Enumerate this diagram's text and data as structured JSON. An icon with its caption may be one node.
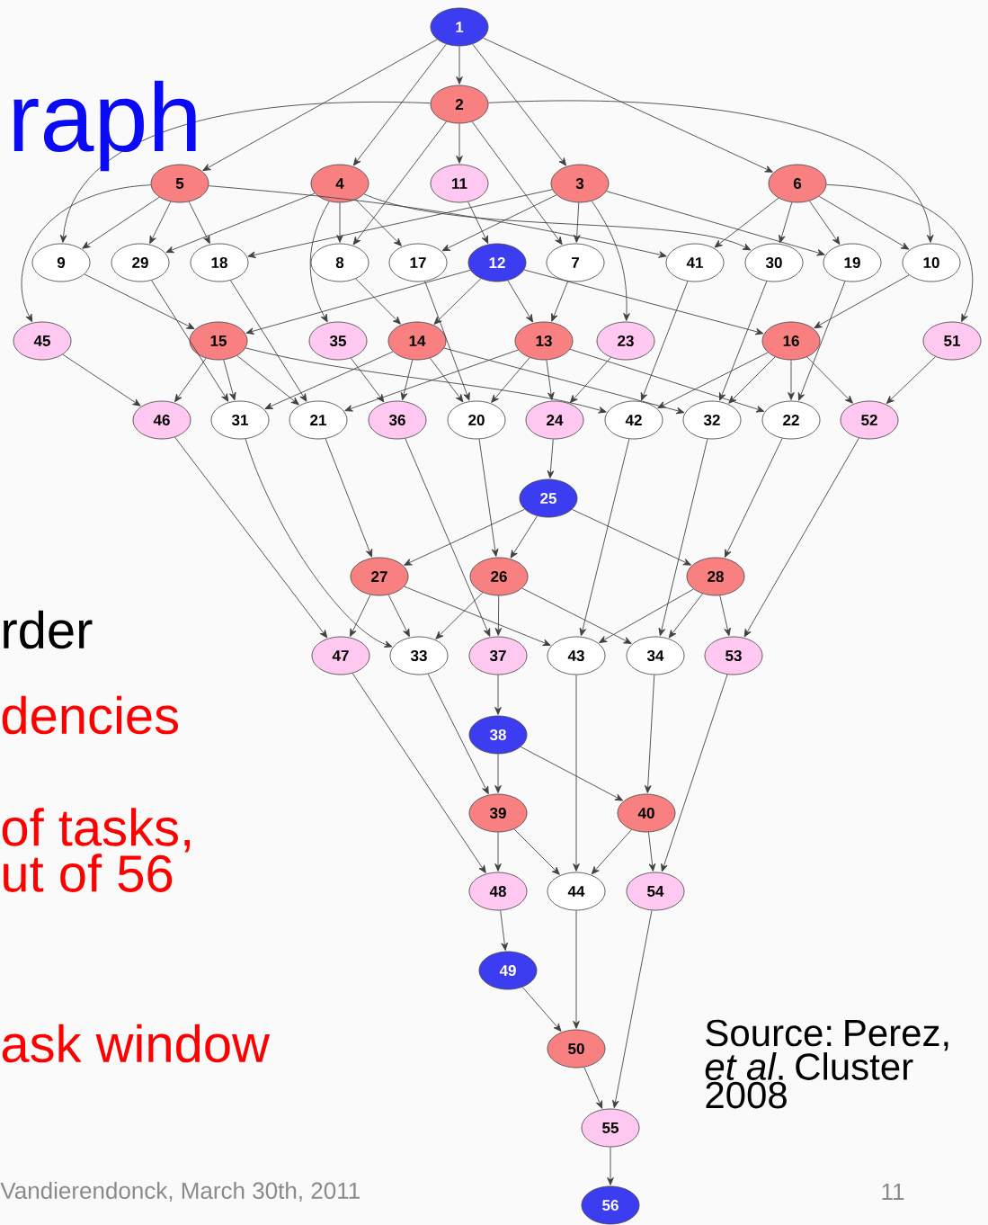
{
  "diagram": {
    "title": "raph",
    "nodes": [
      {
        "text": [
          "1"
        ]
      },
      {
        "text": [
          "2"
        ]
      },
      {
        "text": [
          "5"
        ]
      },
      {
        "text": [
          "4"
        ]
      },
      {
        "text": [
          "11"
        ]
      },
      {
        "text": [
          "3"
        ]
      },
      {
        "text": [
          "6"
        ]
      },
      {
        "text": [
          "9"
        ]
      },
      {
        "text": [
          "29"
        ]
      },
      {
        "text": [
          "18"
        ]
      },
      {
        "text": [
          "8"
        ]
      },
      {
        "text": [
          "17"
        ]
      },
      {
        "text": [
          "12"
        ]
      },
      {
        "text": [
          "7"
        ]
      },
      {
        "text": [
          "41"
        ]
      },
      {
        "text": [
          "30"
        ]
      },
      {
        "text": [
          "19"
        ]
      },
      {
        "text": [
          "10"
        ]
      },
      {
        "text": [
          "45"
        ]
      },
      {
        "text": [
          "15"
        ]
      },
      {
        "text": [
          "35"
        ]
      },
      {
        "text": [
          "14"
        ]
      },
      {
        "text": [
          "13"
        ]
      },
      {
        "text": [
          "23"
        ]
      },
      {
        "text": [
          "16"
        ]
      },
      {
        "text": [
          "51"
        ]
      },
      {
        "text": [
          "46"
        ]
      },
      {
        "text": [
          "31"
        ]
      },
      {
        "text": [
          "21"
        ]
      },
      {
        "text": [
          "36"
        ]
      },
      {
        "text": [
          "20"
        ]
      },
      {
        "text": [
          "24"
        ]
      },
      {
        "text": [
          "42"
        ]
      },
      {
        "text": [
          "32"
        ]
      },
      {
        "text": [
          "22"
        ]
      },
      {
        "text": [
          "52"
        ]
      },
      {
        "text": [
          "25"
        ]
      },
      {
        "text": [
          "27"
        ]
      },
      {
        "text": [
          "26"
        ]
      },
      {
        "text": [
          "28"
        ]
      },
      {
        "text": [
          "47"
        ]
      },
      {
        "text": [
          "33"
        ]
      },
      {
        "text": [
          "37"
        ]
      },
      {
        "text": [
          "43"
        ]
      },
      {
        "text": [
          "34"
        ]
      },
      {
        "text": [
          "53"
        ]
      },
      {
        "text": [
          "38"
        ]
      },
      {
        "text": [
          "39"
        ]
      },
      {
        "text": [
          "40"
        ]
      },
      {
        "text": [
          "48"
        ]
      },
      {
        "text": [
          "44"
        ]
      },
      {
        "text": [
          "54"
        ]
      },
      {
        "text": [
          "49"
        ]
      },
      {
        "text": [
          "50"
        ]
      },
      {
        "text": [
          "55"
        ]
      },
      {
        "text": [
          "56"
        ]
      }
    ],
    "edges": [
      {
        "from": 0,
        "to": 1,
        "arrow": "to"
      },
      {
        "from": 0,
        "to": 2,
        "arrow": "to"
      },
      {
        "from": 0,
        "to": 3,
        "arrow": "to"
      },
      {
        "from": 0,
        "to": 5,
        "arrow": "to"
      },
      {
        "from": 0,
        "to": 6,
        "arrow": "to"
      },
      {
        "from": 1,
        "to": 4,
        "arrow": "to"
      },
      {
        "from": 1,
        "to": 10,
        "arrow": "to"
      },
      {
        "from": 1,
        "to": 13,
        "arrow": "to"
      },
      {
        "from": 1,
        "to": 7,
        "arrow": "to"
      },
      {
        "from": 1,
        "to": 17,
        "arrow": "to"
      },
      {
        "from": 2,
        "to": 7,
        "arrow": "to"
      },
      {
        "from": 2,
        "to": 8,
        "arrow": "to"
      },
      {
        "from": 2,
        "to": 9,
        "arrow": "to"
      },
      {
        "from": 2,
        "to": 18,
        "arrow": "to"
      },
      {
        "from": 2,
        "to": 14,
        "arrow": "to"
      },
      {
        "from": 3,
        "to": 15,
        "arrow": "to"
      },
      {
        "from": 3,
        "to": 8,
        "arrow": "to"
      },
      {
        "from": 3,
        "to": 10,
        "arrow": "to"
      },
      {
        "from": 3,
        "to": 11,
        "arrow": "to"
      },
      {
        "from": 3,
        "to": 20,
        "arrow": "to"
      },
      {
        "from": 4,
        "to": 12,
        "arrow": "to"
      },
      {
        "from": 5,
        "to": 9,
        "arrow": "to"
      },
      {
        "from": 5,
        "to": 11,
        "arrow": "to"
      },
      {
        "from": 5,
        "to": 13,
        "arrow": "to"
      },
      {
        "from": 5,
        "to": 16,
        "arrow": "to"
      },
      {
        "from": 5,
        "to": 23,
        "arrow": "to"
      },
      {
        "from": 6,
        "to": 14,
        "arrow": "to"
      },
      {
        "from": 6,
        "to": 15,
        "arrow": "to"
      },
      {
        "from": 6,
        "to": 16,
        "arrow": "to"
      },
      {
        "from": 6,
        "to": 17,
        "arrow": "to"
      },
      {
        "from": 6,
        "to": 25,
        "arrow": "to"
      },
      {
        "from": 7,
        "to": 19,
        "arrow": "to"
      },
      {
        "from": 8,
        "to": 27,
        "arrow": "to"
      },
      {
        "from": 9,
        "to": 28,
        "arrow": "to"
      },
      {
        "from": 10,
        "to": 21,
        "arrow": "to"
      },
      {
        "from": 11,
        "to": 30,
        "arrow": "to"
      },
      {
        "from": 12,
        "to": 19,
        "arrow": "to"
      },
      {
        "from": 12,
        "to": 21,
        "arrow": "to"
      },
      {
        "from": 12,
        "to": 22,
        "arrow": "to"
      },
      {
        "from": 12,
        "to": 24,
        "arrow": "to"
      },
      {
        "from": 13,
        "to": 22,
        "arrow": "to"
      },
      {
        "from": 14,
        "to": 32,
        "arrow": "to"
      },
      {
        "from": 15,
        "to": 33,
        "arrow": "to"
      },
      {
        "from": 16,
        "to": 34,
        "arrow": "to"
      },
      {
        "from": 17,
        "to": 24,
        "arrow": "to"
      },
      {
        "from": 18,
        "to": 26,
        "arrow": "to"
      },
      {
        "from": 19,
        "to": 26,
        "arrow": "to"
      },
      {
        "from": 19,
        "to": 27,
        "arrow": "to"
      },
      {
        "from": 19,
        "to": 28,
        "arrow": "to"
      },
      {
        "from": 19,
        "to": 32,
        "arrow": "to"
      },
      {
        "from": 20,
        "to": 29,
        "arrow": "to"
      },
      {
        "from": 21,
        "to": 27,
        "arrow": "to"
      },
      {
        "from": 21,
        "to": 29,
        "arrow": "to"
      },
      {
        "from": 21,
        "to": 30,
        "arrow": "to"
      },
      {
        "from": 21,
        "to": 33,
        "arrow": "to"
      },
      {
        "from": 22,
        "to": 28,
        "arrow": "to"
      },
      {
        "from": 22,
        "to": 30,
        "arrow": "to"
      },
      {
        "from": 22,
        "to": 31,
        "arrow": "to"
      },
      {
        "from": 22,
        "to": 34,
        "arrow": "to"
      },
      {
        "from": 23,
        "to": 31,
        "arrow": "to"
      },
      {
        "from": 24,
        "to": 32,
        "arrow": "to"
      },
      {
        "from": 24,
        "to": 33,
        "arrow": "to"
      },
      {
        "from": 24,
        "to": 34,
        "arrow": "to"
      },
      {
        "from": 24,
        "to": 35,
        "arrow": "to"
      },
      {
        "from": 25,
        "to": 35,
        "arrow": "to"
      },
      {
        "from": 31,
        "to": 36,
        "arrow": "to"
      },
      {
        "from": 26,
        "to": 40,
        "arrow": "to"
      },
      {
        "from": 27,
        "to": 41,
        "arrow": "to"
      },
      {
        "from": 28,
        "to": 37,
        "arrow": "to"
      },
      {
        "from": 29,
        "to": 42,
        "arrow": "to"
      },
      {
        "from": 30,
        "to": 38,
        "arrow": "to"
      },
      {
        "from": 32,
        "to": 43,
        "arrow": "to"
      },
      {
        "from": 33,
        "to": 44,
        "arrow": "to"
      },
      {
        "from": 34,
        "to": 39,
        "arrow": "to"
      },
      {
        "from": 35,
        "to": 45,
        "arrow": "to"
      },
      {
        "from": 36,
        "to": 37,
        "arrow": "to"
      },
      {
        "from": 36,
        "to": 38,
        "arrow": "to"
      },
      {
        "from": 36,
        "to": 39,
        "arrow": "to"
      },
      {
        "from": 37,
        "to": 40,
        "arrow": "to"
      },
      {
        "from": 37,
        "to": 41,
        "arrow": "to"
      },
      {
        "from": 37,
        "to": 43,
        "arrow": "to"
      },
      {
        "from": 38,
        "to": 41,
        "arrow": "to"
      },
      {
        "from": 38,
        "to": 42,
        "arrow": "to"
      },
      {
        "from": 38,
        "to": 44,
        "arrow": "to"
      },
      {
        "from": 39,
        "to": 43,
        "arrow": "to"
      },
      {
        "from": 39,
        "to": 44,
        "arrow": "to"
      },
      {
        "from": 39,
        "to": 45,
        "arrow": "to"
      },
      {
        "from": 42,
        "to": 46,
        "arrow": "to"
      },
      {
        "from": 41,
        "to": 47,
        "arrow": "to"
      },
      {
        "from": 40,
        "to": 49,
        "arrow": "to"
      },
      {
        "from": 43,
        "to": 50,
        "arrow": "to"
      },
      {
        "from": 44,
        "to": 48,
        "arrow": "to"
      },
      {
        "from": 45,
        "to": 51,
        "arrow": "to"
      },
      {
        "from": 46,
        "to": 47,
        "arrow": "to"
      },
      {
        "from": 46,
        "to": 48,
        "arrow": "to"
      },
      {
        "from": 47,
        "to": 49,
        "arrow": "to"
      },
      {
        "from": 47,
        "to": 50,
        "arrow": "to"
      },
      {
        "from": 48,
        "to": 50,
        "arrow": "to"
      },
      {
        "from": 48,
        "to": 51,
        "arrow": "to"
      },
      {
        "from": 49,
        "to": 52,
        "arrow": "to"
      },
      {
        "from": 52,
        "to": 53,
        "arrow": "to"
      },
      {
        "from": 50,
        "to": 53,
        "arrow": "to"
      },
      {
        "from": 53,
        "to": 54,
        "arrow": "to"
      },
      {
        "from": 51,
        "to": 54,
        "arrow": "to"
      },
      {
        "from": 54,
        "to": 55,
        "arrow": "to"
      }
    ],
    "labels": [
      "rder",
      "dencies",
      "of tasks, ut of 56",
      "ask window",
      "Source: Perez, *et al*. Cluster 2008",
      "Vandierendonck, March 30th, 2011",
      "11"
    ]
  }
}
